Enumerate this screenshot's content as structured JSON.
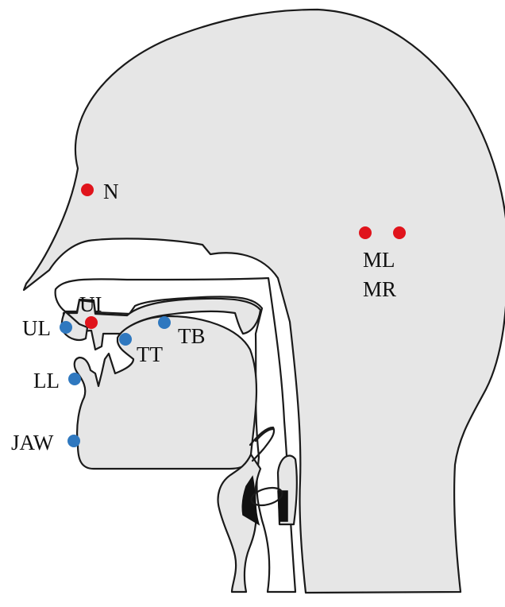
{
  "colors": {
    "reference": "#e0141c",
    "articulator": "#2f78bf",
    "fill": "#e6e6e6",
    "outline": "#1a1a1a"
  },
  "sensors": {
    "N": {
      "label": "N",
      "kind": "reference"
    },
    "ML": {
      "label": "ML",
      "kind": "reference"
    },
    "MR": {
      "label": "MR",
      "kind": "reference"
    },
    "UI": {
      "label": "UI",
      "kind": "reference"
    },
    "UL": {
      "label": "UL",
      "kind": "articulator"
    },
    "LL": {
      "label": "LL",
      "kind": "articulator"
    },
    "JAW": {
      "label": "JAW",
      "kind": "articulator"
    },
    "TT": {
      "label": "TT",
      "kind": "articulator"
    },
    "TB": {
      "label": "TB",
      "kind": "articulator"
    }
  }
}
